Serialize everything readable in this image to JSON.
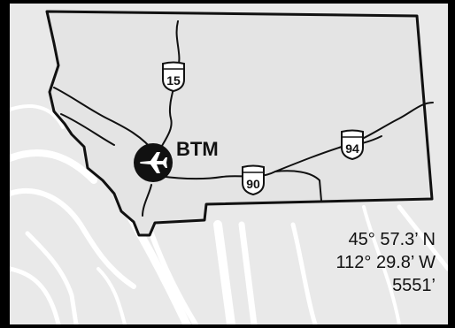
{
  "airport": {
    "code": "BTM",
    "icon": "airplane-icon"
  },
  "highways": [
    {
      "number": "15",
      "type": "interstate-shield"
    },
    {
      "number": "90",
      "type": "interstate-shield"
    },
    {
      "number": "94",
      "type": "interstate-shield"
    }
  ],
  "coordinates": {
    "latitude": "45° 57.3’ N",
    "longitude": "112° 29.8’ W",
    "elevation": "5551’"
  },
  "colors": {
    "background_map": "#e9e9e9",
    "street_lines": "#ffffff",
    "state_fill": "#e4e4e4",
    "outline": "#111111",
    "frame": "#000000"
  }
}
